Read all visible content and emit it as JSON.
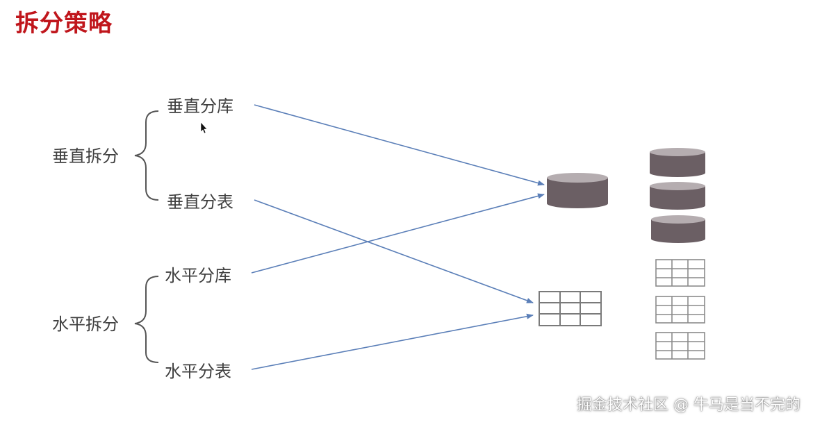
{
  "title": "拆分策略",
  "groups": [
    {
      "label": "垂直拆分",
      "items": [
        "垂直分库",
        "垂直分表"
      ]
    },
    {
      "label": "水平拆分",
      "items": [
        "水平分库",
        "水平分表"
      ]
    }
  ],
  "watermark": "掘金技术社区 @ 牛马是当不完的",
  "colors": {
    "title": "#c0161c",
    "arrow": "#5b7fb8",
    "database": "#6b5f64",
    "database_top": "#b5adb0",
    "table_grid": "#7a7a7a",
    "text": "#404040"
  },
  "icons": [
    "database-icon",
    "table-icon",
    "cursor-icon"
  ]
}
